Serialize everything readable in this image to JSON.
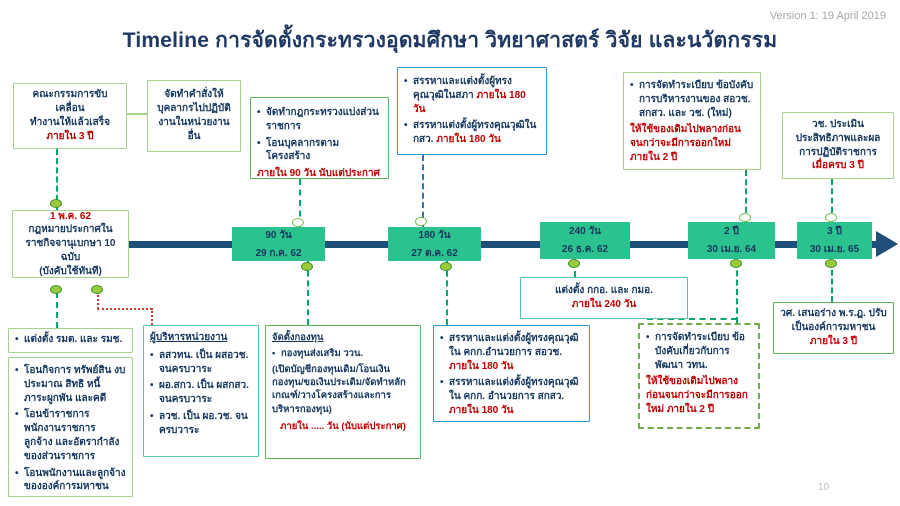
{
  "header": {
    "title": "Timeline การจัดตั้งกระทรวงอุดมศึกษา วิทยาศาสตร์ วิจัย และนวัตกรรม",
    "version": "Version 1: 19 April 2019"
  },
  "footer": {
    "page_number": "10"
  },
  "timeline": {
    "start_event": {
      "date": "1 พ.ค. 62",
      "line1": "กฎหมายประกาศใน",
      "line2": "ราชกิจจานุเบกษา 10 ฉบับ",
      "line3": "(บังคับใช้ทันที)"
    },
    "milestones": [
      {
        "duration": "90 วัน",
        "date": "29 ก.ค. 62"
      },
      {
        "duration": "180 วัน",
        "date": "27 ต.ค. 62"
      },
      {
        "duration": "240 วัน",
        "date": "26 ธ.ค. 62"
      },
      {
        "duration": "2 ปี",
        "date": "30 เม.ย. 64"
      },
      {
        "duration": "3 ปี",
        "date": "30 เม.ย. 65"
      }
    ]
  },
  "top_row": {
    "committee": {
      "line1": "คณะกรรมการขับเคลื่อน",
      "line2": "ทำงานให้แล้วเสร็จ",
      "deadline": "ภายใน 3 ปี"
    },
    "staff_order": {
      "text": "จัดทำคำสั่งให้บุคลากรไปปฏิบัติงานในหน่วยงานอื่น"
    },
    "ministry_regulation": {
      "bullet1": "จัดทำกฎกระทรวงแบ่งส่วนราชการ",
      "bullet2": "โอนบุคลากรตามโครงสร้าง",
      "deadline": "ภายใน 90 วัน นับแต่ประกาศ"
    },
    "expert_appointment": {
      "bullet1": "สรรหาและแต่งตั้งผู้ทรงคุณวุฒิในสภา",
      "bullet1_deadline": "ภายใน 180 วัน",
      "bullet2": "สรรหาแต่งตั้งผู้ทรงคุณวุฒิใน กสว.",
      "bullet2_deadline": "ภายใน 180 วัน"
    },
    "admin_regulation": {
      "bullet": "การจัดทำระเบียบ ข้อบังคับ การบริหารงานของ สอวช. สกสว. และ วช. (ใหม่)",
      "note": "ให้ใช้ของเดิมไปพลางก่อนจนกว่าจะมีการออกใหม่ ภายใน 2 ปี"
    },
    "evaluation": {
      "text": "วช. ประเมินประสิทธิภาพและผลการปฏิบัติราชการ",
      "deadline": "เมื่อครบ 3 ปี"
    }
  },
  "bottom_row": {
    "appoint_ministers": {
      "text": "แต่งตั้ง รมต. และ รมช."
    },
    "transfer": {
      "bullets": [
        "โอนกิจการ ทรัพย์สิน งบประมาณ สิทธิ หนี้ ภาระผูกพัน และคดี",
        "โอนข้าราชการ พนักงานราชการ ลูกจ้าง และอัตรากำลังของส่วนราชการ",
        "โอนพนักงานและลูกจ้างขององค์การมหาชน"
      ]
    },
    "executives": {
      "header": "ผู้บริหารหน่วยงาน",
      "bullets": [
        "ลสวทน. เป็น ผสอวช. จนครบวาระ",
        "ผอ.สกว. เป็น ผสกสว. จนครบวาระ",
        "ลวช. เป็น ผอ.วช. จนครบวาระ"
      ]
    },
    "fund": {
      "header": "จัดตั้งกองทุน",
      "bullet": "กองทุนส่งเสริม ววน.",
      "detail": "(เปิดบัญชีกองทุนเดิม/โอนเงินกองทุน/ขอเงินประเดิม/จัดทำหลักเกณฑ์/วางโครงสร้างและการบริหารกองทุน)",
      "deadline": "ภายใน ..... วัน (นับแต่ประกาศ)"
    },
    "committee_experts": {
      "bullet1": "สรรหาและแต่งตั้งผู้ทรงคุณวุฒิใน คกก.อำนวยการ สอวช.",
      "bullet1_deadline": "ภายใน 180 วัน",
      "bullet2": "สรรหาและแต่งตั้งผู้ทรงคุณวุฒิใน คกก. อำนวยการ สกสว.",
      "bullet2_deadline": "ภายใน 180 วัน"
    },
    "development_regulation": {
      "bullet": "การจัดทำระเบียบ ข้อบังคับเกี่ยวกับการพัฒนา วทน.",
      "note": "ให้ใช้ของเดิมไปพลางก่อนจนกว่าจะมีการออกใหม่ ภายใน 2 ปี"
    },
    "appoint_kko": {
      "text": "แต่งตั้ง กกอ. และ กมอ.",
      "deadline": "ภายใน 240 วัน"
    },
    "public_org": {
      "line1": "วศ. เสนอร่าง พ.ร.ฎ. ปรับ",
      "line2": "เป็นองค์การมหาชน",
      "deadline": "ภายใน 3 ปี"
    }
  },
  "colors": {
    "navy_text": "#17375E",
    "deadline_red": "#C00000",
    "timeline_bar": "#1F4E79",
    "milestone_fill": "#2BC28F",
    "border_green_light": "#A9D18E",
    "border_green_medium": "#5BB75B",
    "border_teal": "#52C5B0",
    "border_blue": "#2E9BD5",
    "connector_green": "#00A86B",
    "connector_red": "#E03131"
  }
}
